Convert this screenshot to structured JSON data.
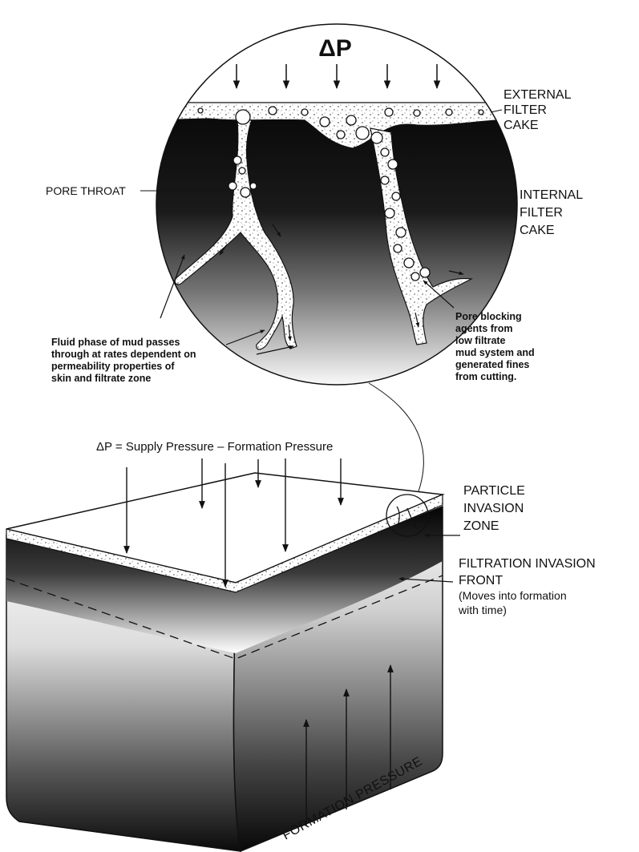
{
  "magnifier": {
    "delta_p": "ΔP",
    "external_filter_cake": [
      "EXTERNAL",
      "FILTER",
      "CAKE"
    ],
    "internal_filter_cake": [
      "INTERNAL",
      "FILTER",
      "CAKE"
    ],
    "pore_throat": "PORE THROAT",
    "fluid_phase_note": [
      "Fluid phase of mud passes",
      "through at rates dependent on",
      "permeability properties of",
      "skin and filtrate zone"
    ],
    "pore_blocking_note": [
      "Pore blocking",
      "agents from",
      "low filtrate",
      "mud system and",
      "generated fines",
      "from cutting."
    ]
  },
  "block": {
    "formula": "ΔP = Supply Pressure – Formation Pressure",
    "particle_invasion_zone": [
      "PARTICLE",
      "INVASION",
      "ZONE"
    ],
    "filtration_front": [
      "FILTRATION INVASION",
      "FRONT"
    ],
    "filtration_front_note": [
      "(Moves into formation",
      " with time)"
    ],
    "formation_pressure": "FORMATION PRESSURE"
  }
}
